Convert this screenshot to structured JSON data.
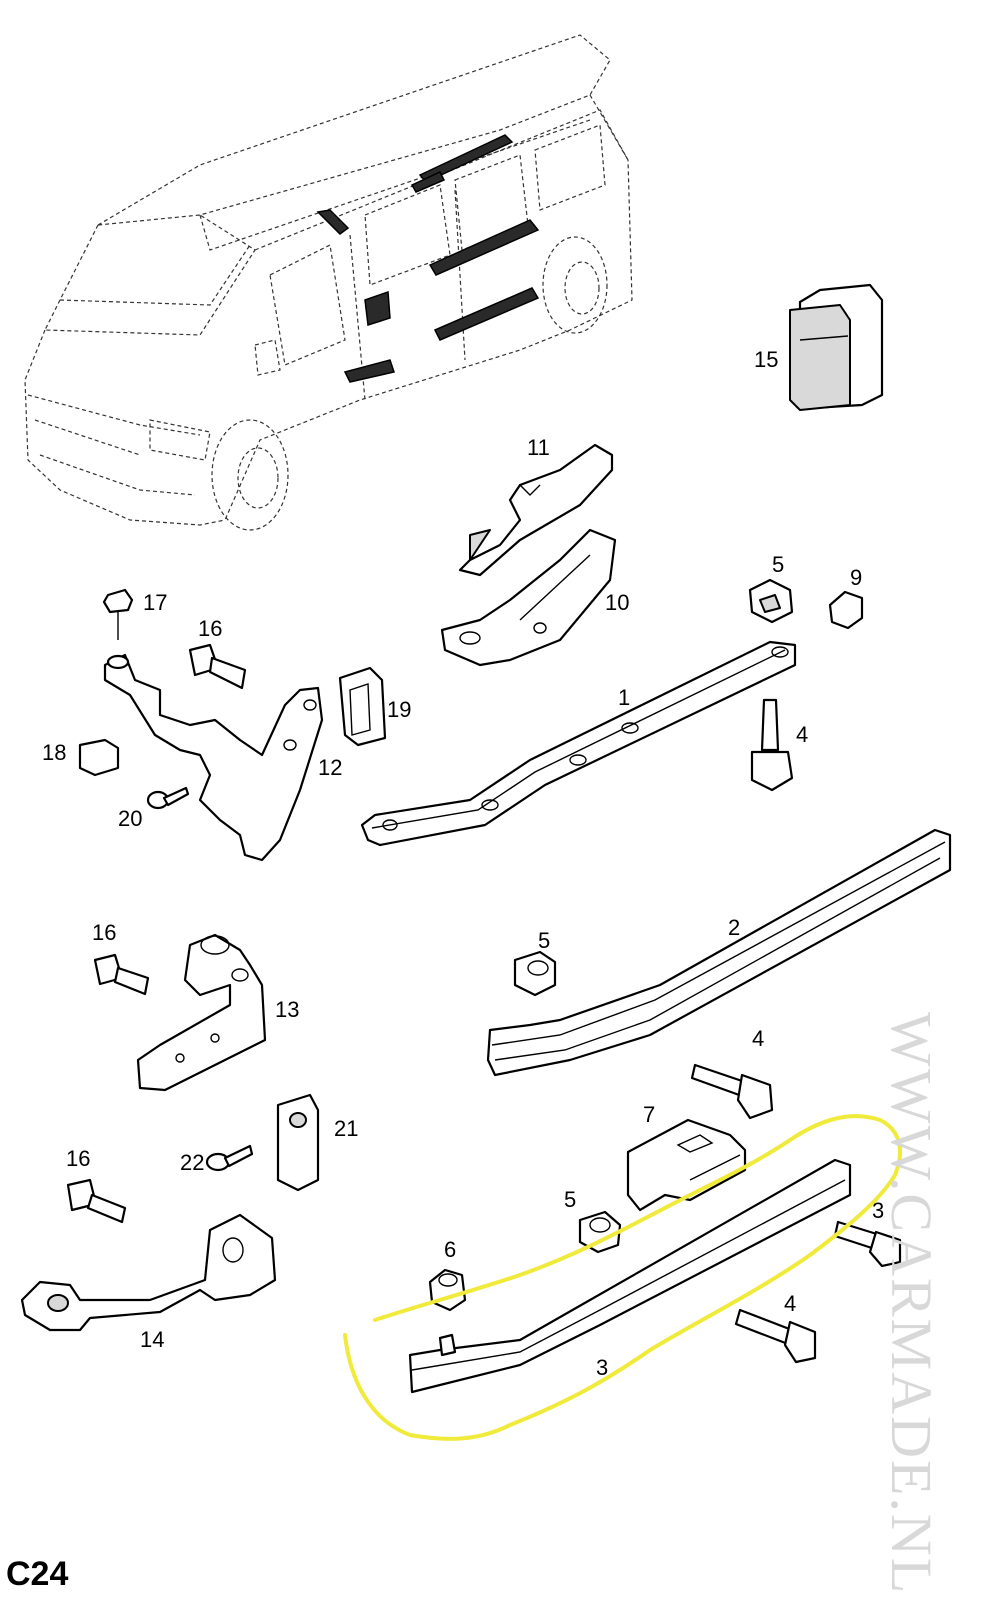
{
  "diagram": {
    "code": "C24",
    "watermark": "WWW.CARMADE.NL",
    "highlight_color": "#f0ea3a",
    "callouts": {
      "p1": "1",
      "p2": "2",
      "p3a": "3",
      "p3b": "3",
      "p4a": "4",
      "p4b": "4",
      "p4c": "4",
      "p5a": "5",
      "p5b": "5",
      "p5c": "5",
      "p6": "6",
      "p7": "7",
      "p9": "9",
      "p10": "10",
      "p11": "11",
      "p12": "12",
      "p13": "13",
      "p14": "14",
      "p15": "15",
      "p16a": "16",
      "p16b": "16",
      "p16c": "16",
      "p17": "17",
      "p18": "18",
      "p19": "19",
      "p20": "20",
      "p21": "21",
      "p22": "22"
    }
  }
}
